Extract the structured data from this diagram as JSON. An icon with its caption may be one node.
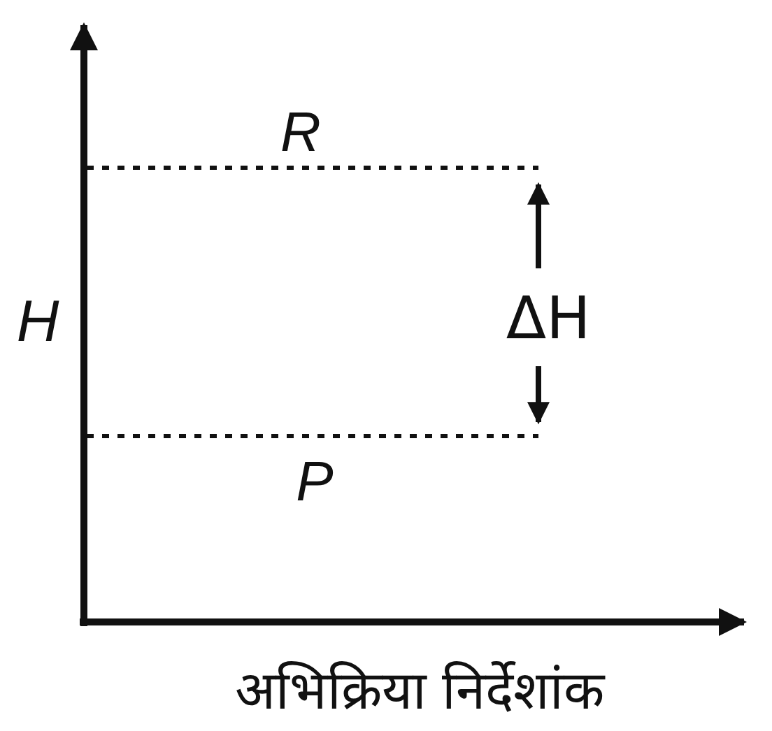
{
  "diagram": {
    "labels": [
      "R",
      "H",
      "ΔH",
      "P",
      "अभिक्रिया निर्देशांक"
    ]
  }
}
